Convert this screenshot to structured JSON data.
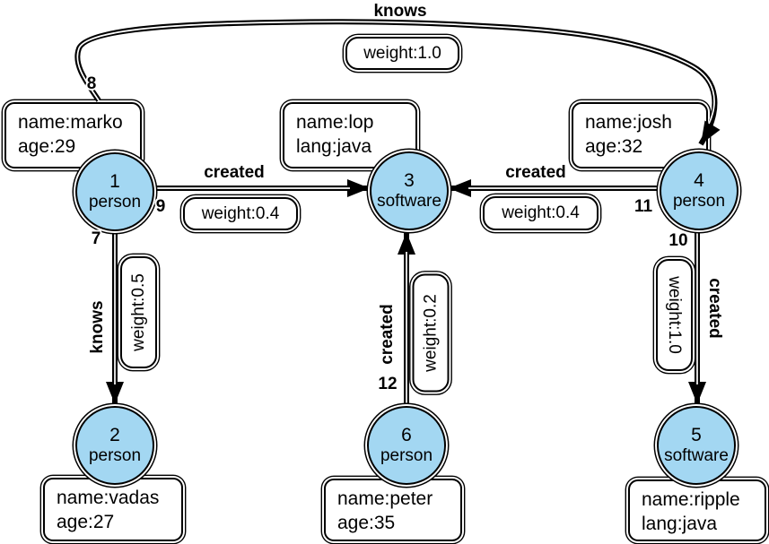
{
  "colors": {
    "node_fill": "#A3D7F2",
    "stroke": "#000000",
    "background": "#FFFFFF"
  },
  "nodes": [
    {
      "id": "1",
      "type": "person"
    },
    {
      "id": "2",
      "type": "person"
    },
    {
      "id": "3",
      "type": "software"
    },
    {
      "id": "4",
      "type": "person"
    },
    {
      "id": "5",
      "type": "software"
    },
    {
      "id": "6",
      "type": "person"
    }
  ],
  "property_boxes": [
    {
      "for_node": "1",
      "line1": "name:marko",
      "line2": "age:29"
    },
    {
      "for_node": "3",
      "line1": "name:lop",
      "line2": "lang:java"
    },
    {
      "for_node": "4",
      "line1": "name:josh",
      "line2": "age:32"
    },
    {
      "for_node": "2",
      "line1": "name:vadas",
      "line2": "age:27"
    },
    {
      "for_node": "6",
      "line1": "name:peter",
      "line2": "age:35"
    },
    {
      "for_node": "5",
      "line1": "name:ripple",
      "line2": "lang:java"
    }
  ],
  "edges": [
    {
      "id": "8",
      "label": "knows",
      "weight": "weight:1.0",
      "from": "1",
      "to": "4"
    },
    {
      "id": "9",
      "label": "created",
      "weight": "weight:0.4",
      "from": "1",
      "to": "3"
    },
    {
      "id": "11",
      "label": "created",
      "weight": "weight:0.4",
      "from": "4",
      "to": "3"
    },
    {
      "id": "7",
      "label": "knows",
      "weight": "weight:0.5",
      "from": "1",
      "to": "2"
    },
    {
      "id": "12",
      "label": "created",
      "weight": "weight:0.2",
      "from": "6",
      "to": "3"
    },
    {
      "id": "10",
      "label": "created",
      "weight": "weight:1.0",
      "from": "4",
      "to": "5"
    }
  ]
}
